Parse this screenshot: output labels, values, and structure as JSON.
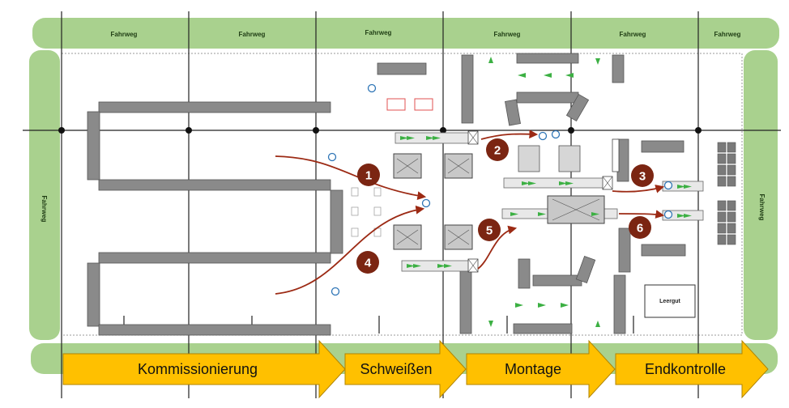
{
  "roads": {
    "top_segments": [
      "Fahrweg",
      "Fahrweg",
      "Fahrweg",
      "Fahrweg",
      "Fahrweg",
      "Fahrweg"
    ],
    "left_label": "Fahrweg",
    "right_label": "Fahrweg",
    "color": "#a9d18e"
  },
  "areas": {
    "empties_label": "Leergut"
  },
  "process_stages": [
    {
      "label": "Kommissionierung"
    },
    {
      "label": "Schweißen"
    },
    {
      "label": "Montage"
    },
    {
      "label": "Endkontrolle"
    }
  ],
  "badges": [
    "1",
    "2",
    "3",
    "4",
    "5",
    "6"
  ],
  "colors": {
    "arrow_fill": "#ffc000",
    "arrow_stroke": "#b08400",
    "badge": "#7b2512",
    "flow_line": "#9c2a14",
    "equipment": "#8a8a8a",
    "conveyor_arrow": "#3cb043",
    "marker": "#2e75b6"
  }
}
